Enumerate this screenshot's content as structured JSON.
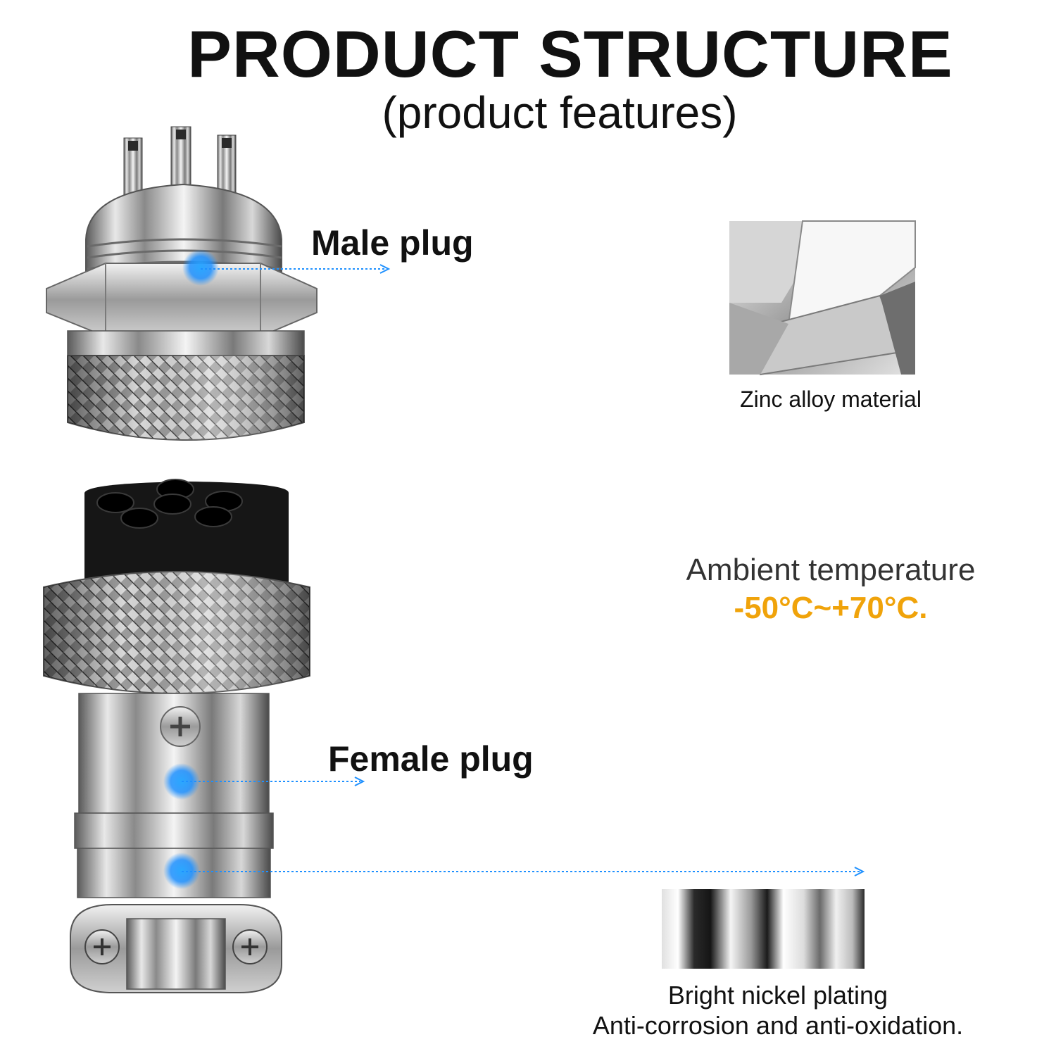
{
  "header": {
    "title": "PRODUCT STRUCTURE",
    "subtitle": "(product features)"
  },
  "callouts": {
    "male": "Male plug",
    "female": "Female plug"
  },
  "features": {
    "zinc": "Zinc alloy material",
    "ambient_label": "Ambient temperature",
    "ambient_range": "-50°C~+70°C.",
    "nickel_line1": "Bright nickel plating",
    "nickel_line2": "Anti-corrosion and anti-oxidation."
  },
  "colors": {
    "accent_orange": "#f0a30a",
    "callout_blue": "#1e90ff",
    "metal": "#b8b8b8",
    "dark_insert": "#151515"
  },
  "icons": [
    "male-plug-illustration",
    "female-plug-illustration",
    "blue-dot-marker",
    "zinc-texture",
    "nickel-texture"
  ]
}
